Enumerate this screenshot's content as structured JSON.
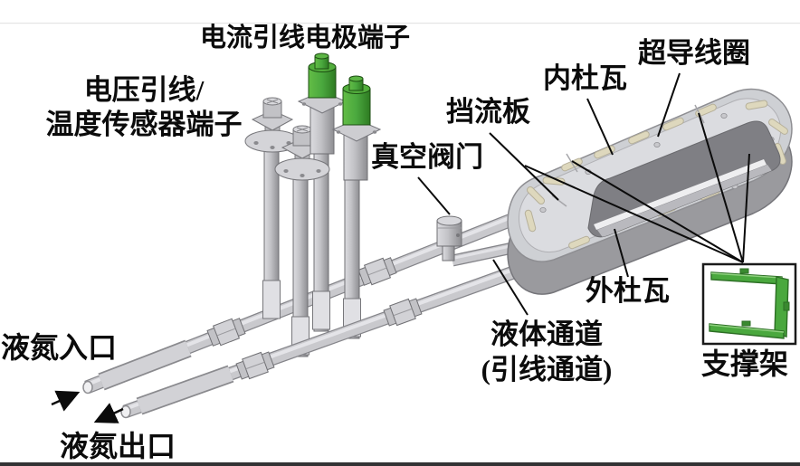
{
  "figure": {
    "type": "3d-cad-annotated-diagram",
    "labels": {
      "current_terminal": "电流引线电极端子",
      "voltage_terminal_line1": "电压引线/",
      "voltage_terminal_line2": "温度传感器端子",
      "vacuum_valve": "真空阀门",
      "baffle": "挡流板",
      "inner_dewar": "内杜瓦",
      "sc_coil": "超导线圈",
      "outer_dewar": "外杜瓦",
      "liquid_channel_line1": "液体通道",
      "liquid_channel_line2": "(引线通道)",
      "ln2_inlet": "液氮入口",
      "ln2_outlet": "液氮出口",
      "support_frame": "支撑架"
    },
    "icons": {
      "inlet_arrow": "arrow pointing to inlet pipe opening",
      "outlet_arrow": "arrow pointing away from outlet pipe opening"
    },
    "colors": {
      "terminal_green": "#4aa83e",
      "support_frame_green": "#4aa83e",
      "pipe_gray": "#c9c9cd",
      "dewar_top_light": "#d6d7db",
      "dewar_side_mid": "#9a9a9e",
      "hole_dark": "#7f7f84",
      "coil_slot_tan": "#ded8bd",
      "annotation_black": "#111111"
    }
  }
}
